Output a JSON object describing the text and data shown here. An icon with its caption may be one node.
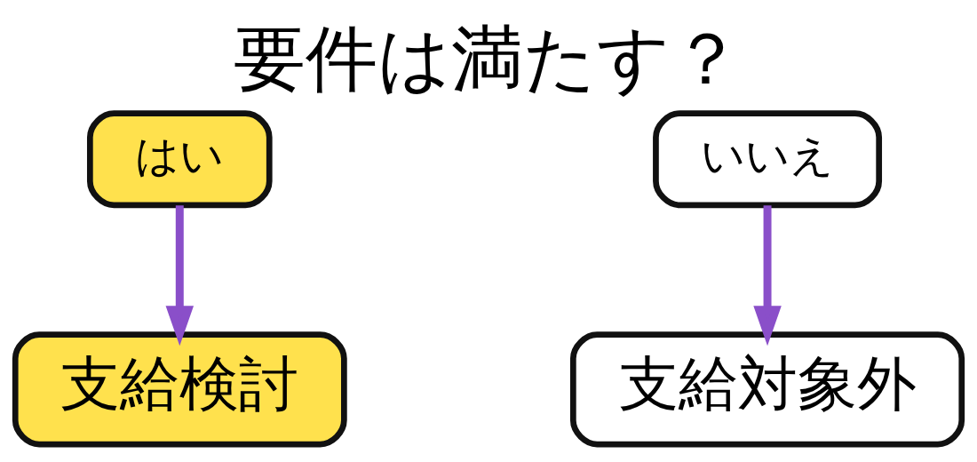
{
  "diagram": {
    "title": "要件は満たす？",
    "nodes": [
      {
        "text": [
          "はい"
        ]
      },
      {
        "text": [
          "いいえ"
        ]
      },
      {
        "text": [
          "支給検討"
        ]
      },
      {
        "text": [
          "支給対象外"
        ]
      }
    ],
    "edges": [
      {
        "from": 0,
        "to": 2,
        "arrow": "to"
      },
      {
        "from": 1,
        "to": 3,
        "arrow": "to"
      }
    ]
  }
}
